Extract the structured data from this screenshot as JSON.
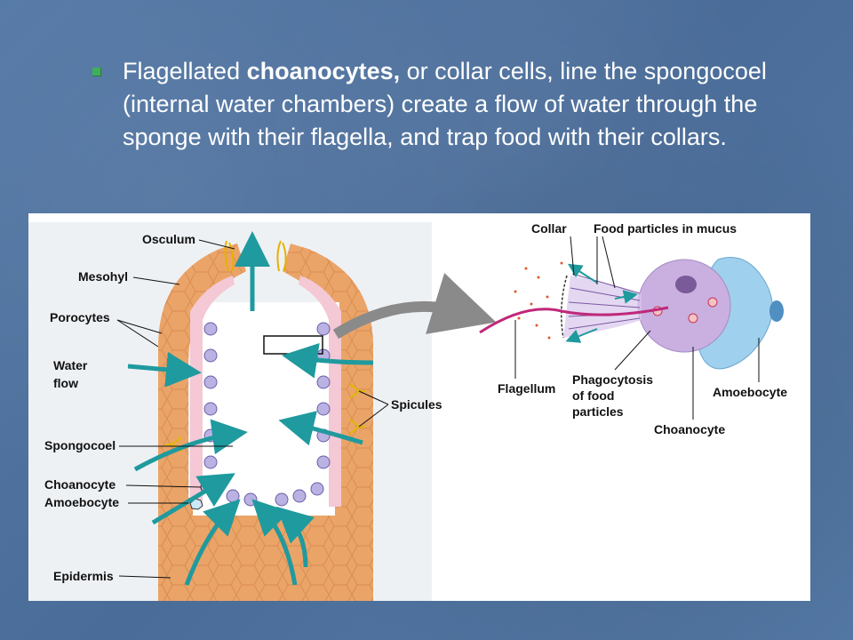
{
  "bullet": {
    "text_before": "Flagellated ",
    "text_bold": "choanocytes,",
    "text_after": " or collar cells, line the spongocoel (internal water chambers) create a flow of water through the sponge with their flagella, and trap food with their collars."
  },
  "labels": {
    "osculum": "Osculum",
    "mesohyl": "Mesohyl",
    "porocytes": "Porocytes",
    "water_flow_1": "Water",
    "water_flow_2": "flow",
    "spicules": "Spicules",
    "spongocoel": "Spongocoel",
    "choanocyte_left": "Choanocyte",
    "amoebocyte_left": "Amoebocyte",
    "epidermis": "Epidermis",
    "collar": "Collar",
    "food_particles": "Food particles in mucus",
    "flagellum": "Flagellum",
    "phago_1": "Phagocytosis",
    "phago_2": "of food",
    "phago_3": "particles",
    "choanocyte_right": "Choanocyte",
    "amoebocyte_right": "Amoebocyte"
  },
  "colors": {
    "background": "#4f73a0",
    "bullet": "#3fae5a",
    "sponge_wall": "#e8a064",
    "arrow": "#1f9a9e",
    "cell": "#c9b0e0",
    "amoebocyte": "#9fd0ee"
  }
}
